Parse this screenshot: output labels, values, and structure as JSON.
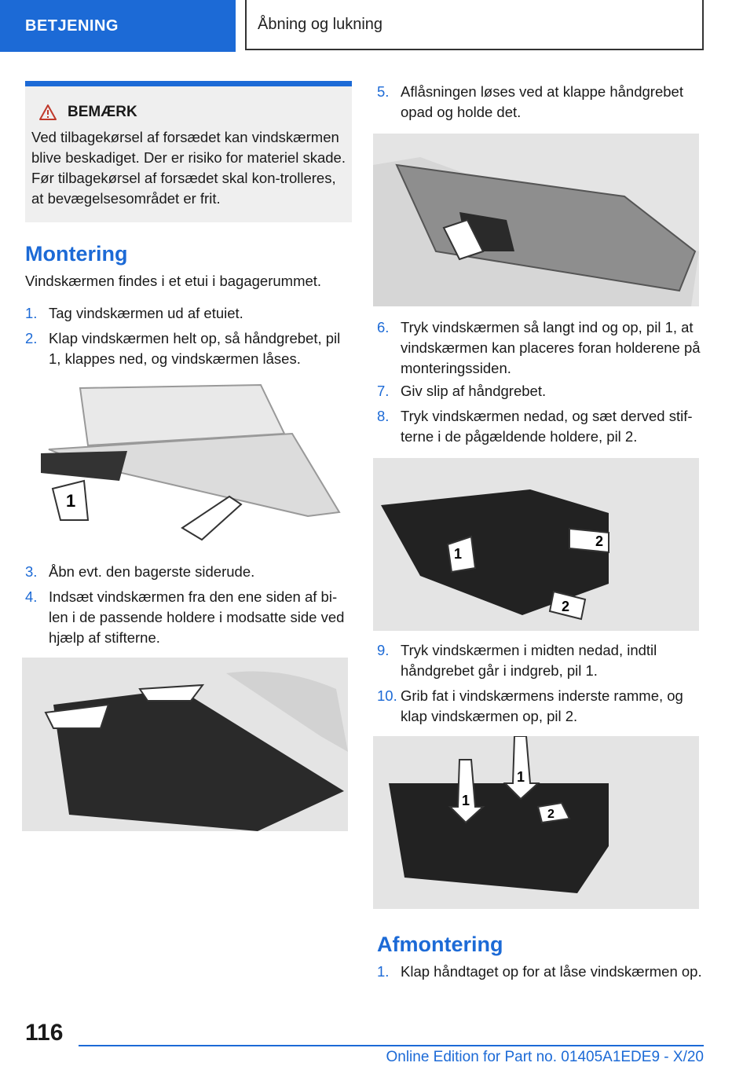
{
  "header": {
    "section": "BETJENING",
    "chapter": "Åbning og lukning"
  },
  "note": {
    "title": "BEMÆRK",
    "icon": "warning-icon",
    "text": "Ved tilbagekørsel af forsædet kan vindskærmen blive beskadiget. Der er risiko for materiel skade. Før tilbagekørsel af forsædet skal kon-trolleres, at bevægelsesområdet er frit."
  },
  "montering": {
    "title": "Montering",
    "intro": "Vindskærmen findes i et etui i bagagerummet.",
    "steps": [
      {
        "num": "1.",
        "text": "Tag vindskærmen ud af etuiet."
      },
      {
        "num": "2.",
        "text": "Klap vindskærmen helt op, så håndgrebet, pil 1, klappes ned, og vindskærmen låses."
      },
      {
        "num": "3.",
        "text": "Åbn evt. den bagerste siderude."
      },
      {
        "num": "4.",
        "text": "Indsæt vindskærmen fra den ene siden af bi-len i de passende holdere i modsatte side ved hjælp af stifterne."
      },
      {
        "num": "5.",
        "text": "Aflåsningen løses ved at klappe håndgrebet opad og holde det."
      },
      {
        "num": "6.",
        "text": "Tryk vindskærmen så langt ind og op, pil 1, at vindskærmen kan placeres foran holderene på monteringssiden."
      },
      {
        "num": "7.",
        "text": "Giv slip af håndgrebet."
      },
      {
        "num": "8.",
        "text": "Tryk vindskærmen nedad, og sæt derved stif-terne i de pågældende holdere, pil 2."
      },
      {
        "num": "9.",
        "text": "Tryk vindskærmen i midten nedad, indtil håndgrebet går i indgreb, pil 1."
      },
      {
        "num": "10.",
        "text": "Grib fat i vindskærmens inderste ramme, og klap vindskærmen op, pil 2."
      }
    ]
  },
  "afmontering": {
    "title": "Afmontering",
    "steps": [
      {
        "num": "1.",
        "text": "Klap håndtaget op for at låse vindskærmen op."
      }
    ]
  },
  "figure_labels": {
    "fig1": [
      "1"
    ],
    "fig3": [
      "1",
      "2",
      "2"
    ],
    "fig4": [
      "1",
      "1",
      "2"
    ]
  },
  "footer": {
    "page_number": "116",
    "edition": "Online Edition for Part no. 01405A1EDE9 - X/20"
  },
  "colors": {
    "accent": "#1c6ad6",
    "note_bg": "#efefef"
  }
}
